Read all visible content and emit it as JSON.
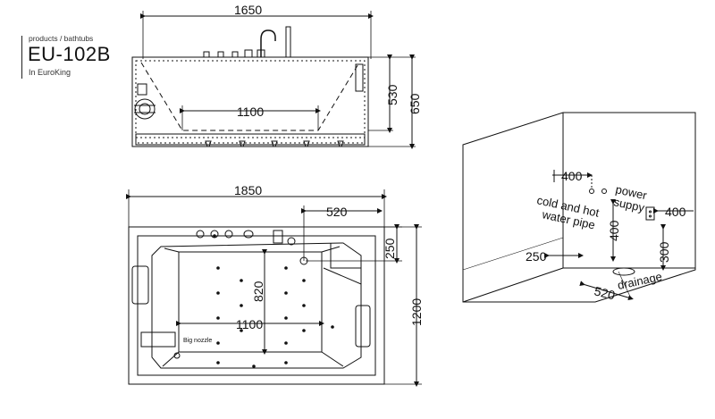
{
  "header": {
    "breadcrumb": "products / bathtubs",
    "model": "EU-102B",
    "brand": "In EuroKing"
  },
  "side_view": {
    "total_length": "1650",
    "inner_length": "1100",
    "depth_inner": "530",
    "height_total": "650"
  },
  "top_view": {
    "total_length": "1850",
    "faucet_offset": "520",
    "faucet_depth": "250",
    "inner_width": "820",
    "inner_length": "1100",
    "total_width": "1200",
    "nozzle_label": "Big nozzle"
  },
  "install_view": {
    "dim_top_left": "400",
    "dim_right": "400",
    "dim_vertical_mid": "400",
    "dim_vertical_right": "300",
    "dim_floor_left": "250",
    "dim_floor_drain": "520",
    "water_label_1": "cold and hot",
    "water_label_2": "water pipe",
    "power_label_1": "power",
    "power_label_2": "suppy",
    "drain_label": "drainage"
  }
}
